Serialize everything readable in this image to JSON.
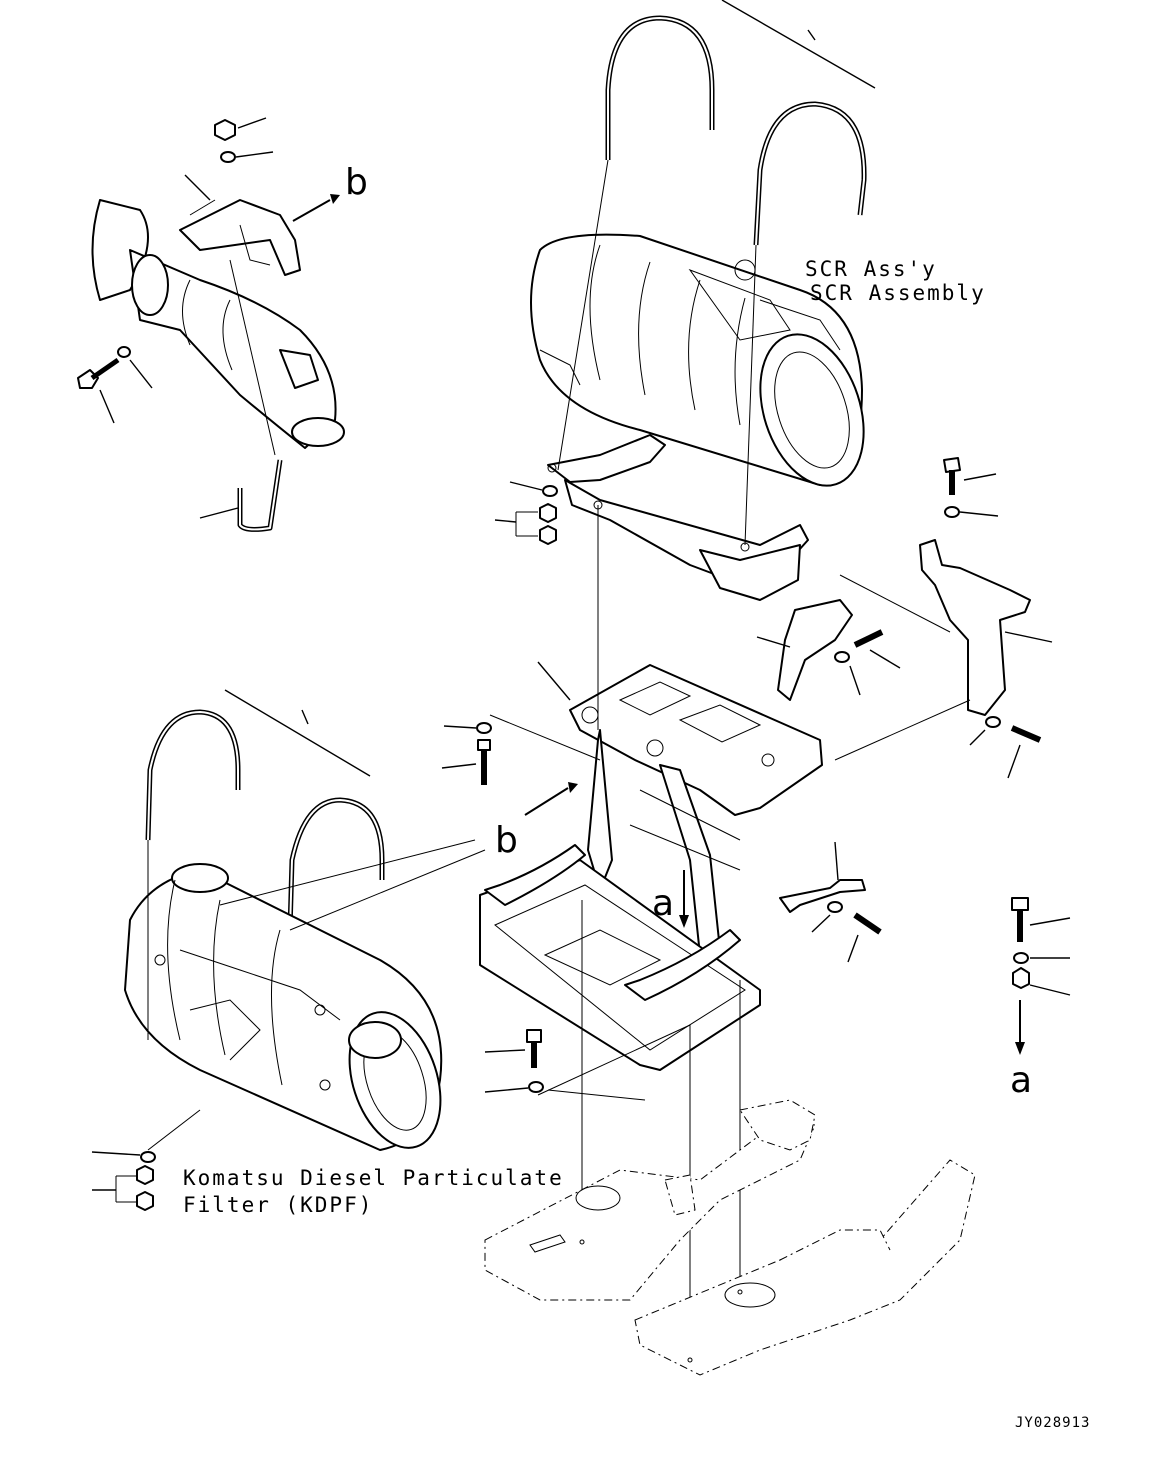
{
  "labels": {
    "scr_line1": "SCR Ass'y",
    "scr_line2": "SCR Assembly",
    "kdpf_line1": "Komatsu Diesel Particulate",
    "kdpf_line2": "Filter (KDPF)",
    "drawing_code": "JY028913"
  },
  "view_markers": {
    "b_top": "b",
    "b_mid": "b",
    "a_mid": "a",
    "a_right": "a"
  }
}
